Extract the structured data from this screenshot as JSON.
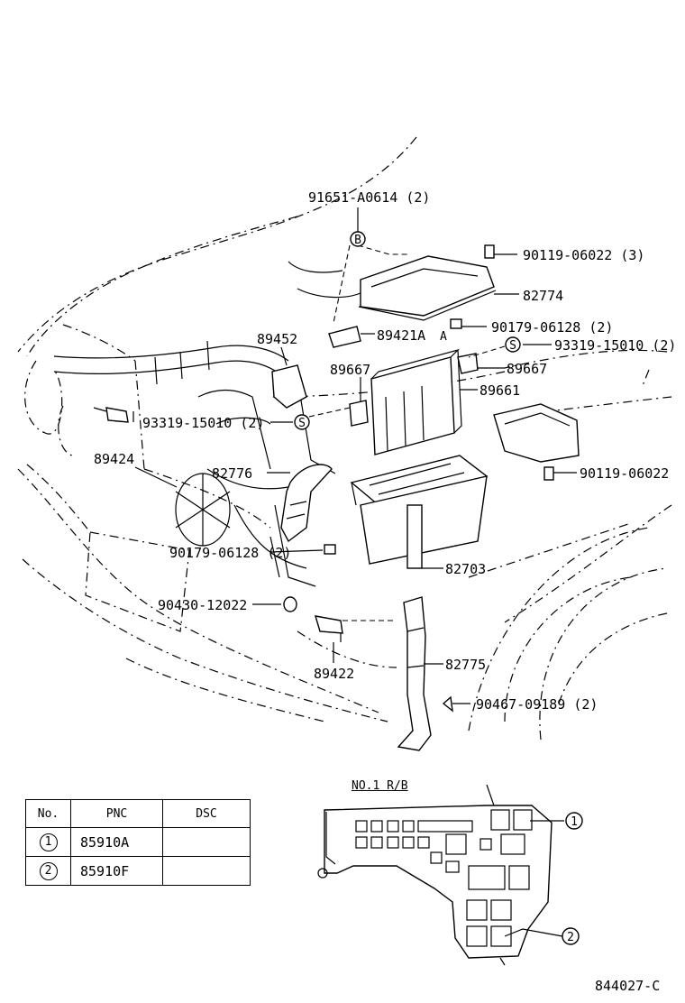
{
  "callouts": {
    "c91651": "91651-A0614 (2)",
    "c90119a": "90119-06022 (3)",
    "c82774": "82774",
    "c90179a": "90179-06128 (2)",
    "c89452": "89452",
    "c89421": "89421A",
    "c89421_suffix": "A",
    "c93319a": "93319-15010 (2)",
    "c89667a": "89667",
    "c89667b": "89667",
    "c89661": "89661",
    "c93319b": "93319-15010 (2)",
    "c89424": "89424",
    "c82776": "82776",
    "c90119b": "90119-06022",
    "c90179b": "90179-06128 (2)",
    "c82703": "82703",
    "c90430": "90430-12022",
    "c89422": "89422",
    "c82775": "82775",
    "c90467": "90467-09189 (2)",
    "marker_b": "B",
    "marker_s": "S"
  },
  "relay_block": {
    "title": "NO.1 R/B",
    "marker_1": "1",
    "marker_2": "2"
  },
  "legend": {
    "headers": {
      "no": "No.",
      "pnc": "PNC",
      "dsc": "DSC"
    },
    "rows": [
      {
        "no": "1",
        "pnc": "85910A",
        "dsc": ""
      },
      {
        "no": "2",
        "pnc": "85910F",
        "dsc": ""
      }
    ]
  },
  "figure_code": "844027-C"
}
